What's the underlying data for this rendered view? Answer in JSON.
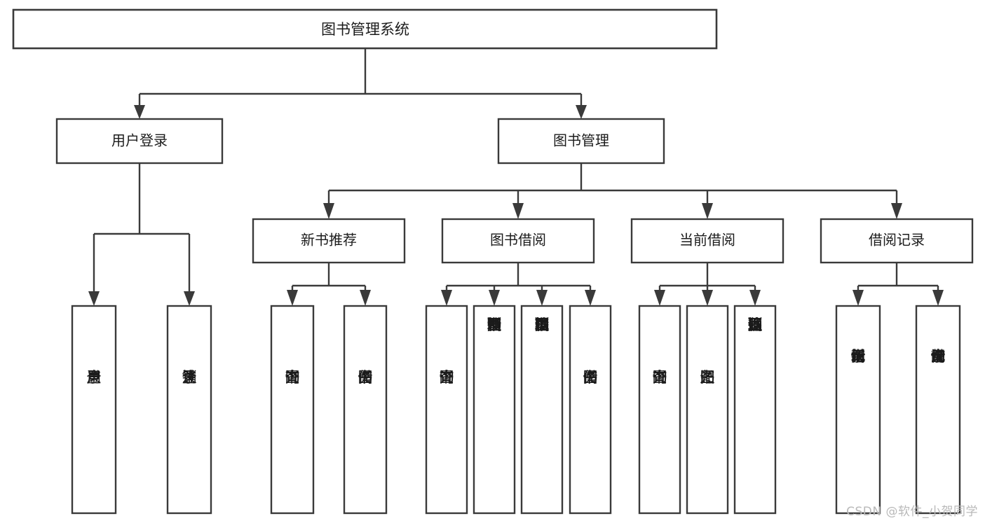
{
  "diagram": {
    "title": "图书管理系统",
    "type": "tree-hierarchy",
    "root": {
      "label": "图书管理系统",
      "id": "root"
    },
    "level1": [
      {
        "id": "user-login",
        "label": "用户登录"
      },
      {
        "id": "book-manage",
        "label": "图书管理"
      }
    ],
    "level2": [
      {
        "id": "new-book-rec",
        "label": "新书推荐",
        "parent": "book-manage"
      },
      {
        "id": "book-borrow",
        "label": "图书借阅",
        "parent": "book-manage"
      },
      {
        "id": "current-borrow",
        "label": "当前借阅",
        "parent": "book-manage"
      },
      {
        "id": "borrow-record",
        "label": "借阅记录",
        "parent": "book-manage"
      }
    ],
    "leaves": {
      "user-login": [
        {
          "id": "leaf-user-login",
          "label": "用户登录"
        },
        {
          "id": "leaf-logout",
          "label": "注销登录"
        }
      ],
      "new-book-rec": [
        {
          "id": "leaf-query-book-1",
          "label": "查询图书"
        },
        {
          "id": "leaf-borrow-book-1",
          "label": "借阅图书"
        }
      ],
      "book-borrow": [
        {
          "id": "leaf-query-book-2",
          "label": "查询图书"
        },
        {
          "id": "leaf-add-book",
          "label": "新增图书（管理员）"
        },
        {
          "id": "leaf-edit-book",
          "label": "编辑图书（管理员）"
        },
        {
          "id": "leaf-borrow-book-2",
          "label": "借阅图书"
        }
      ],
      "current-borrow": [
        {
          "id": "leaf-query-book-3",
          "label": "查询图书"
        },
        {
          "id": "leaf-return-book",
          "label": "归还图书"
        },
        {
          "id": "leaf-confirm-return",
          "label": "确认归还（管理员）"
        }
      ],
      "borrow-record": [
        {
          "id": "leaf-add-record",
          "label": "新增借阅记录"
        },
        {
          "id": "leaf-query-record",
          "label": "查询借阅记录"
        }
      ]
    },
    "watermark": "CSDN @软件_小贺同学",
    "colors": {
      "stroke": "#3a3a3a",
      "fill": "#ffffff",
      "text": "#1b1b1b",
      "watermark": "#b9b9b9",
      "background": "#ffffff"
    }
  }
}
